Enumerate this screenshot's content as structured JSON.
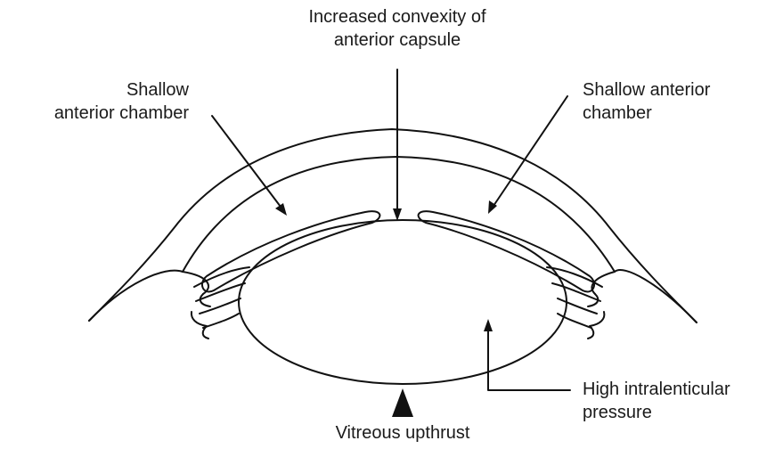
{
  "labels": {
    "increased_convexity": [
      "Increased convexity of",
      "anterior capsule"
    ],
    "shallow_chamber_left": [
      "Shallow",
      "anterior chamber"
    ],
    "shallow_chamber_right": [
      "Shallow anterior",
      "chamber"
    ],
    "high_pressure": [
      "High intralenticular",
      "pressure"
    ],
    "vitreous_upthrust": "Vitreous upthrust"
  },
  "colors": {
    "line": "#111111",
    "background": "#ffffff"
  }
}
